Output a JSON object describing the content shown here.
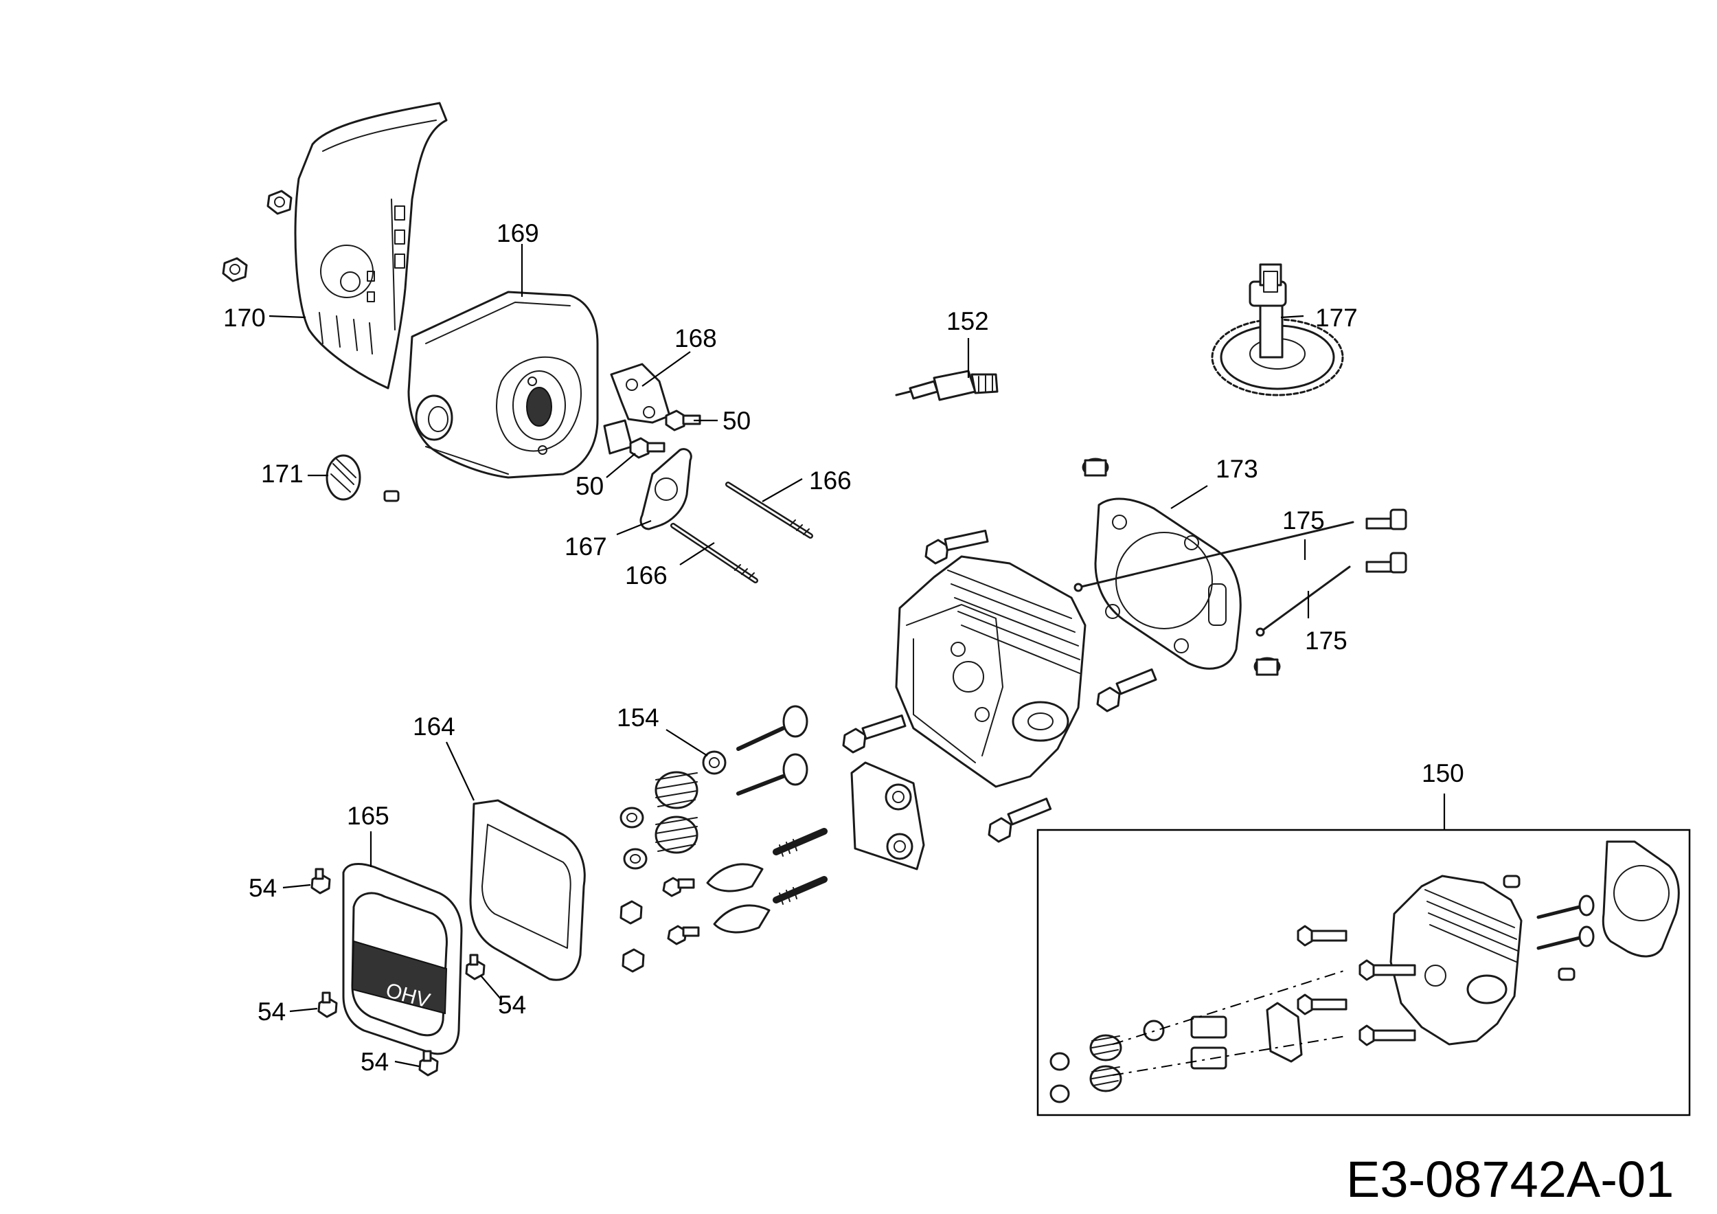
{
  "diagram": {
    "document_number": "E3-08742A-01",
    "callouts": {
      "c150": "150",
      "c152": "152",
      "c154": "154",
      "c164": "164",
      "c165": "165",
      "c166a": "166",
      "c166b": "166",
      "c167": "167",
      "c168": "168",
      "c169": "169",
      "c170": "170",
      "c171": "171",
      "c173": "173",
      "c175a": "175",
      "c175b": "175",
      "c177": "177",
      "c50a": "50",
      "c50b": "50",
      "c54a": "54",
      "c54b": "54",
      "c54c": "54",
      "c54d": "54"
    },
    "cover_marking": "OHV"
  }
}
